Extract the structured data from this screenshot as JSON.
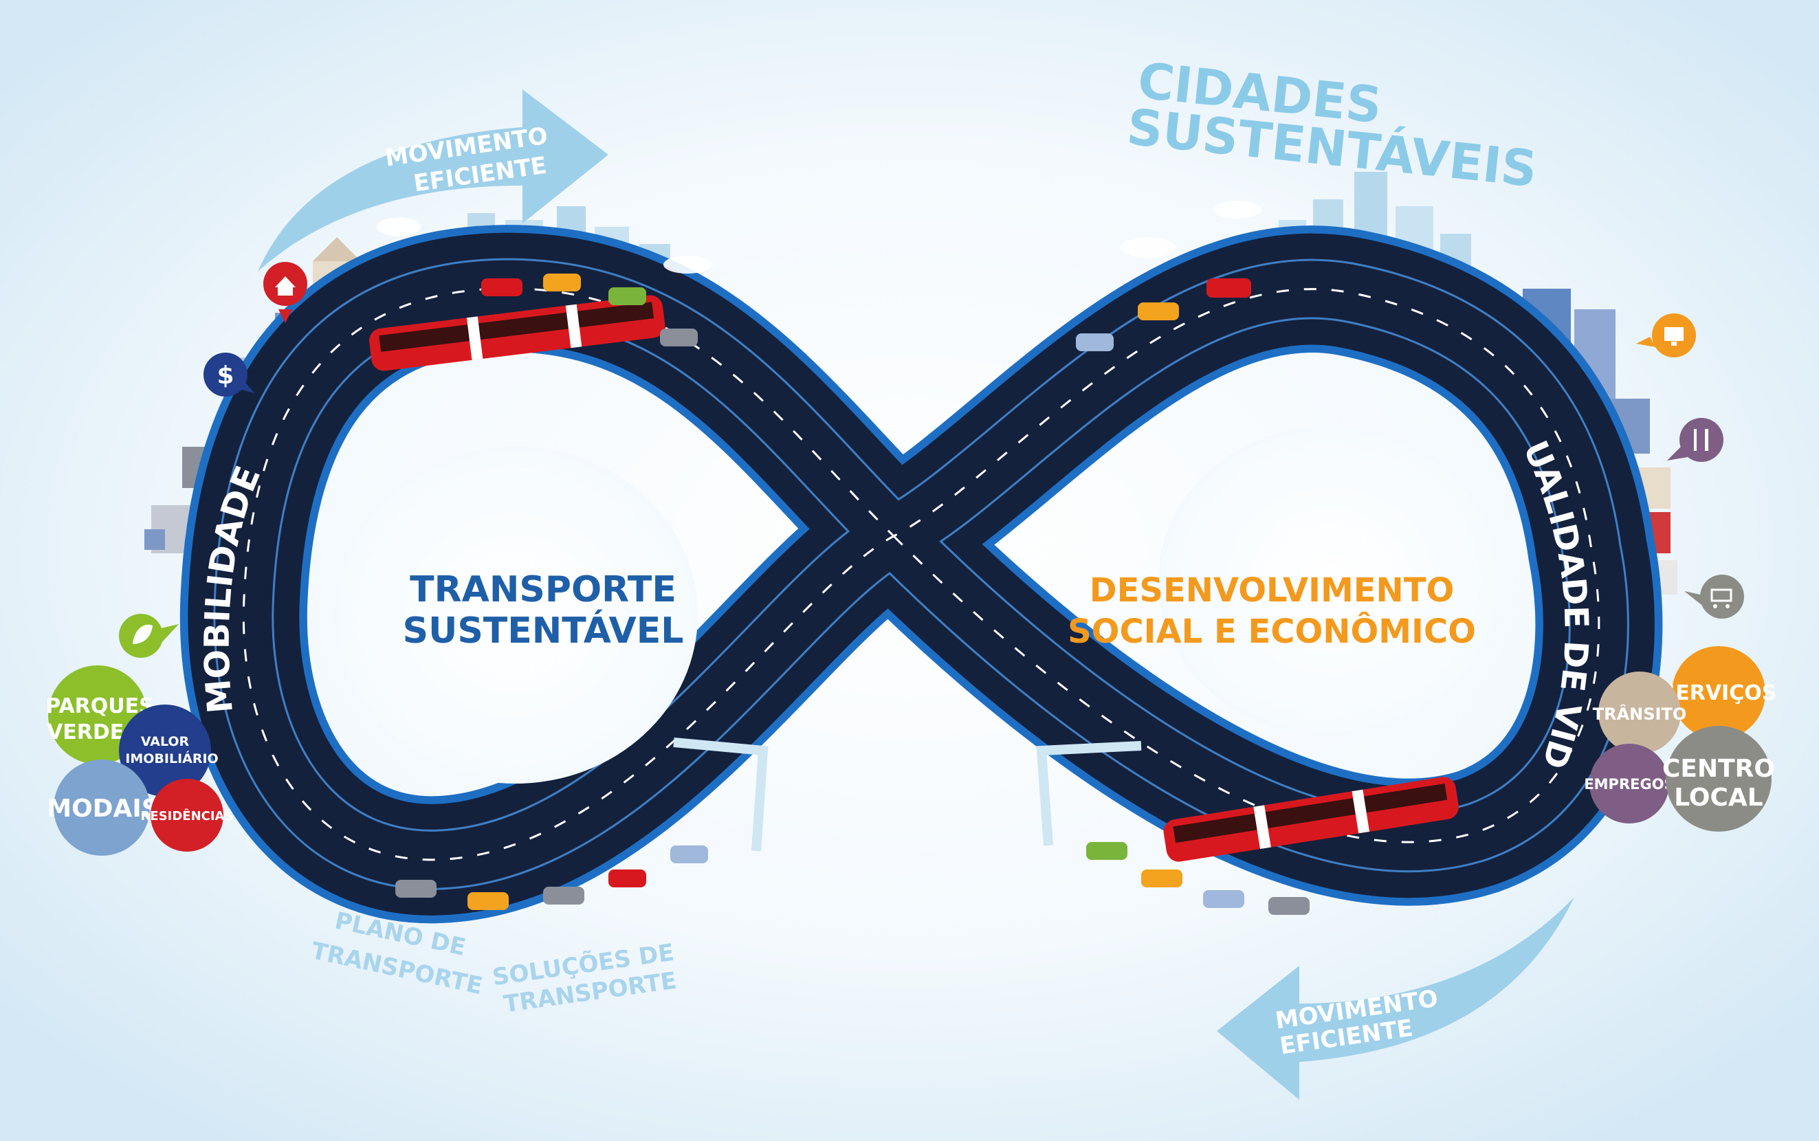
{
  "title": {
    "line1": "CIDADES",
    "line2": "SUSTENTÁVEIS"
  },
  "arrows": {
    "top": {
      "line1": "MOVIMENTO",
      "line2": "EFICIENTE"
    },
    "bottom": {
      "line1": "MOVIMENTO",
      "line2": "EFICIENTE"
    }
  },
  "road_labels": {
    "left": "MOBILIDADE",
    "right": "QUALIDADE DE VIDA"
  },
  "centers": {
    "left": {
      "line1": "TRANSPORTE",
      "line2": "SUSTENTÁVEL"
    },
    "right": {
      "line1": "DESENVOLVIMENTO",
      "line2": "SOCIAL E ECONÔMICO"
    }
  },
  "bottom_labels": {
    "plano": {
      "line1": "PLANO DE",
      "line2": "TRANSPORTE"
    },
    "solucoes": {
      "line1": "SOLUÇÕES DE",
      "line2": "TRANSPORTE"
    }
  },
  "left_bubbles": {
    "parques": {
      "line1": "PARQUES",
      "line2": "VERDES"
    },
    "valor": {
      "line1": "VALOR",
      "line2": "IMOBILIÁRIO"
    },
    "modais": "MODAIS",
    "residencias": "RESIDÊNCIAS"
  },
  "right_bubbles": {
    "servicos": "SERVIÇOS",
    "transito": "TRÂNSITO",
    "empregos": "EMPREGOS",
    "centro": {
      "line1": "CENTRO",
      "line2": "LOCAL"
    }
  },
  "pin_icons": {
    "left": [
      "house-icon",
      "dollar-icon",
      "leaf-icon"
    ],
    "right": [
      "monitor-icon",
      "fork-knife-icon",
      "shopping-cart-icon"
    ]
  },
  "colors": {
    "road": "#14213d",
    "road_edge": "#1e6fc4",
    "arrow": "#9fd0ea",
    "title": "#8ccbe8",
    "left_center": "#1f5fa8",
    "right_center": "#f39a1e",
    "bus": "#d7191f",
    "green": "#8cbf2a",
    "navy_bubble": "#223e8c",
    "steel_bubble": "#7da3cf",
    "red_bubble": "#d31f26",
    "orange_bubble": "#f39a1e",
    "tan_bubble": "#c8b59e",
    "purple_bubble": "#7e5e84",
    "gray_bubble": "#8c8c86"
  }
}
